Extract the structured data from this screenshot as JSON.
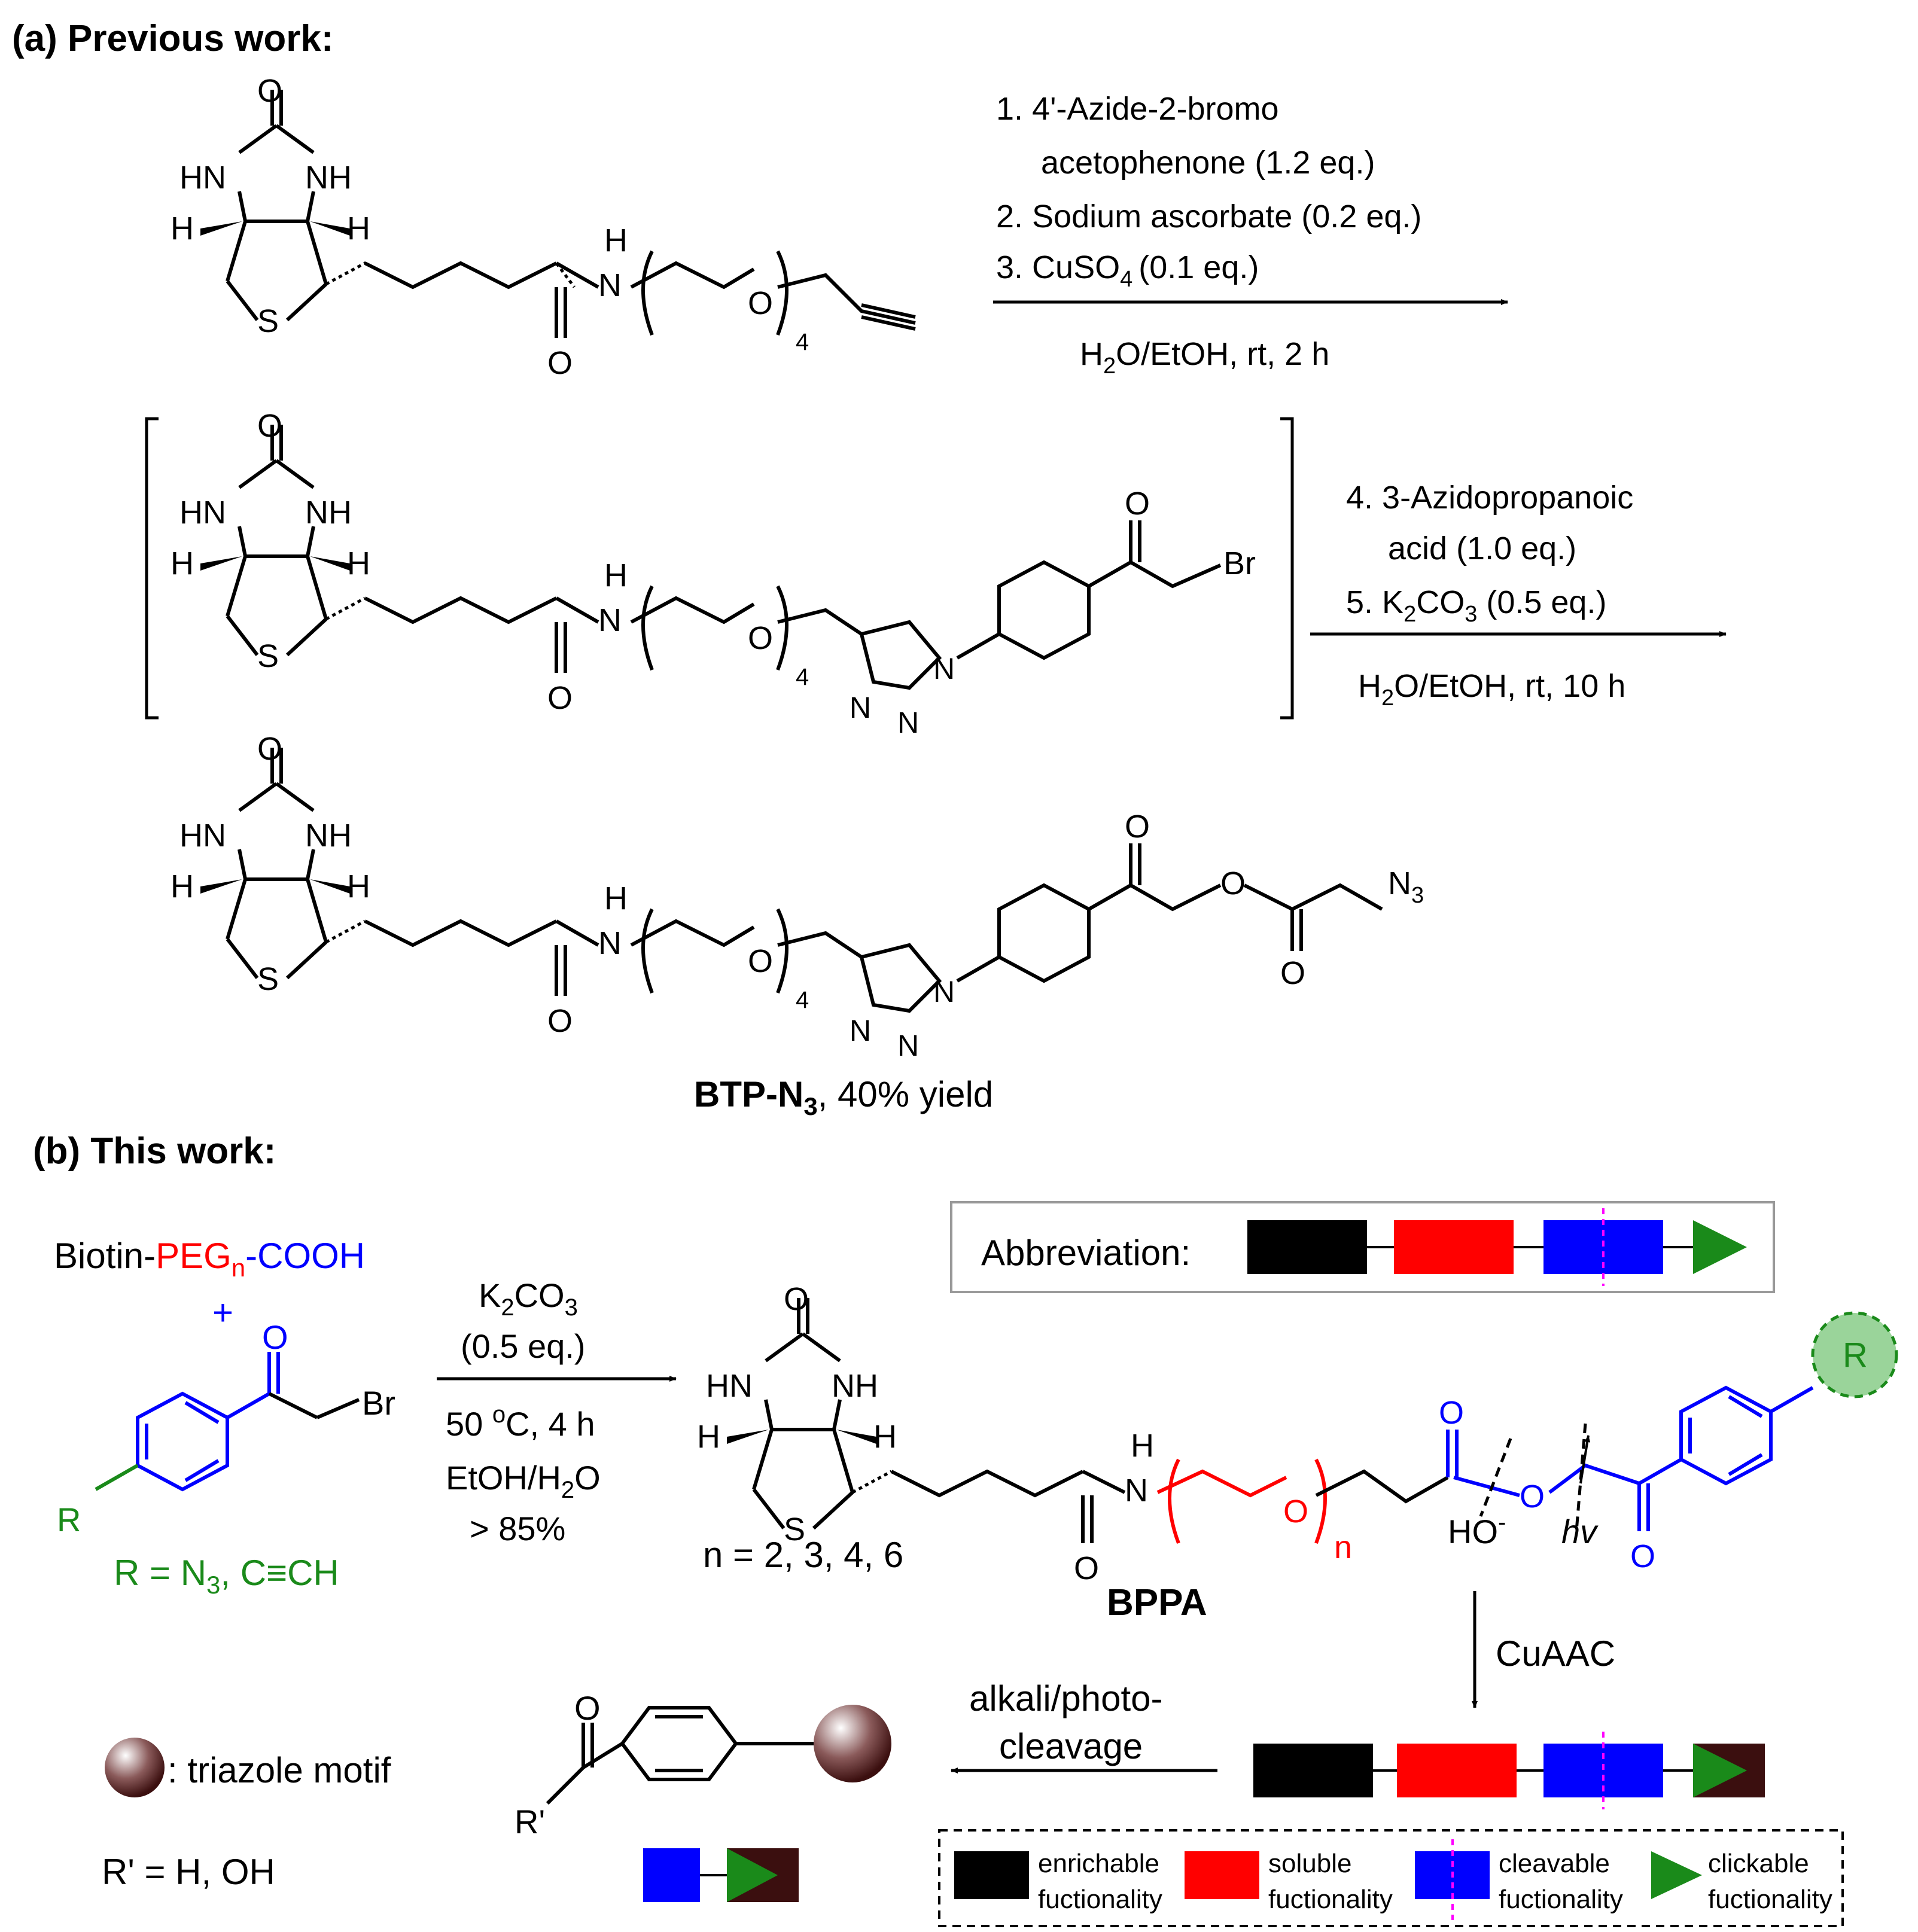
{
  "part_a": {
    "heading": "(a) Previous work:",
    "step1": {
      "conditions": [
        "1. 4'-Azide-2-bromo",
        "acetophenone (1.2 eq.)",
        "2. Sodium ascorbate (0.2 eq.)",
        "3. CuSO",
        "(0.1 eq.)"
      ],
      "sub_4": "4",
      "solvent": [
        "H",
        "2",
        "O/EtOH, rt, 2 h"
      ]
    },
    "step2": {
      "conditions": [
        "4. 3-Azidopropanoic",
        "acid (1.0 eq.)",
        "5. K",
        "2",
        "CO",
        "3",
        " (0.5 eq.)"
      ],
      "solvent": [
        "H",
        "2",
        "O/EtOH, rt, 10 h"
      ]
    },
    "product": {
      "name": "BTP-N",
      "sub": "3",
      "yield": ", 40% yield"
    }
  },
  "structure_labels": {
    "O": "O",
    "HN": "HN",
    "NH": "NH",
    "H": "H",
    "S": "S",
    "N": "N",
    "N_h": "H",
    "peg_n": "4",
    "Br": "Br",
    "N3": "N",
    "N3_sub": "3",
    "triazole": [
      "N",
      "N",
      "N"
    ]
  },
  "part_b": {
    "heading": "(b) This work:",
    "reactant1": [
      "Biotin-",
      "PEG",
      "n",
      "-COOH"
    ],
    "plus": "+",
    "reactant2_Br": "Br",
    "reactant2_O": "O",
    "reactant2_R": "R",
    "r_definition": [
      "R = N",
      "3",
      ", C≡CH"
    ],
    "conditions": [
      "K",
      "2",
      "CO",
      "3",
      "(0.5 eq.)",
      "50 ",
      "o",
      "C, 4 h",
      "EtOH/H",
      "2",
      "O",
      "> 85%"
    ],
    "n_values": "n = 2, 3, 4, 6",
    "product_name": "BPPA",
    "peg_n": "n",
    "ho": [
      "HO",
      "-"
    ],
    "hv": "hv",
    "r_label": "R",
    "abbreviation_label": "Abbreviation:",
    "cuaac": "CuAAC",
    "cleavage": [
      "alkali/photo-",
      "cleavage"
    ],
    "triazole_motif": ": triazole motif",
    "r_prime": "R' = H, OH",
    "r_prime_label": "R'",
    "frag_O": "O",
    "legend": [
      {
        "line1": "enrichable",
        "line2": "fuctionality"
      },
      {
        "line1": "soluble",
        "line2": "fuctionality"
      },
      {
        "line1": "cleavable",
        "line2": "fuctionality"
      },
      {
        "line1": "clickable",
        "line2": "fuctionality"
      }
    ]
  },
  "colors": {
    "black_block": "#000000",
    "red_block": "#ff0000",
    "blue_block": "#0000ff",
    "green_triangle": "#1a8a1a",
    "dark_brown": "#3b0f0f",
    "magenta_dash": "#ff00ff",
    "green_text": "#1a8a1a",
    "circle_fill": "#9ad49a"
  }
}
